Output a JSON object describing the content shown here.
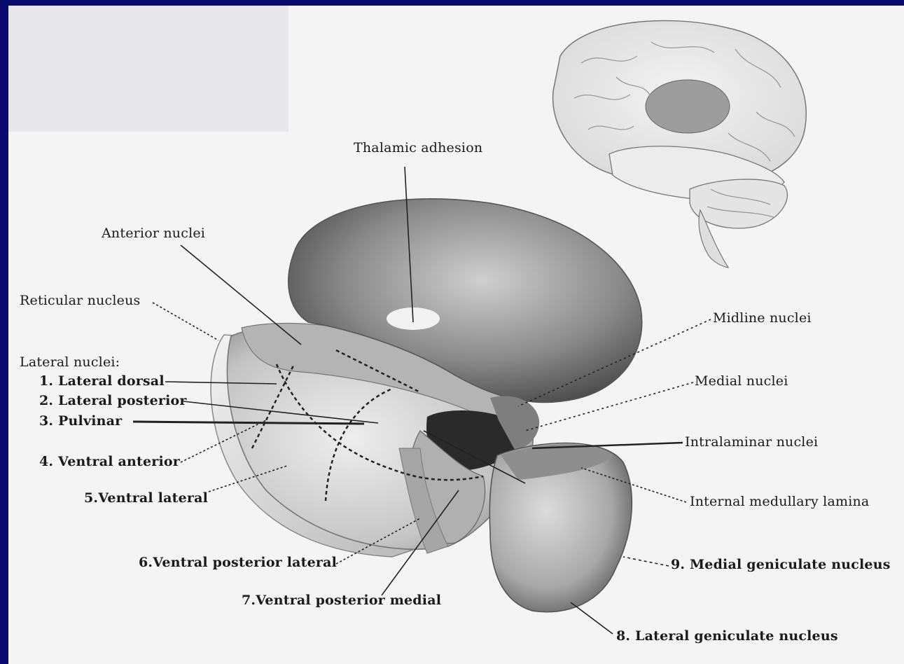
{
  "labels": {
    "thalamic_adhesion": "Thalamic adhesion",
    "anterior_nuclei": "Anterior nuclei",
    "reticular_nucleus": "Reticular nucleus",
    "lateral_nuclei": "Lateral nuclei:",
    "lateral_dorsal": "1. Lateral dorsal",
    "lateral_posterior": "2. Lateral posterior",
    "pulvinar": "3. Pulvinar",
    "ventral_anterior": "4. Ventral anterior",
    "ventral_lateral": "5.Ventral lateral",
    "ventral_posterior_lateral": "6.Ventral posterior lateral",
    "ventral_posterior_medial": "7.Ventral posterior medial",
    "lateral_geniculate": "8. Lateral geniculate nucleus",
    "medial_geniculate": "9. Medial geniculate nucleus",
    "midline_nuclei": "Midline nuclei",
    "medial_nuclei": "Medial nuclei",
    "intralaminar_nuclei": "Intralaminar nuclei",
    "internal_medullary_lamina": "Internal medullary lamina"
  },
  "colors": {
    "slide_background": "#0a0a6e",
    "panel_background": "#f4f4f4",
    "label_text": "#1a1a1a"
  }
}
